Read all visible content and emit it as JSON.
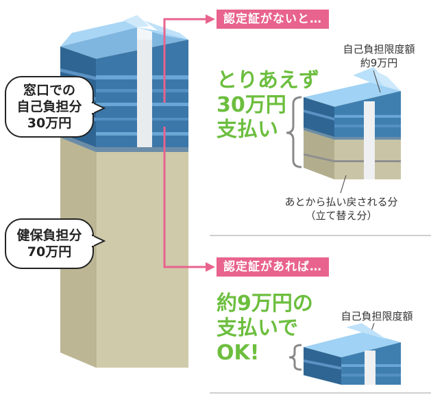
{
  "tags": {
    "without": "認定証がないと…",
    "with": "認定証があれば…"
  },
  "bubbles": {
    "counter_line1": "窓口での",
    "counter_line2": "自己負担分",
    "counter_line3": "30万円",
    "insurance_line1": "健保負担分",
    "insurance_line2": "70万円"
  },
  "without_section": {
    "green_line1": "とりあえず",
    "green_line2": "30万円",
    "green_line3": "支払い",
    "limit_line1": "自己負担限度額",
    "limit_line2": "約9万円",
    "refund_line1": "あとから払い戻される分",
    "refund_line2": "（立て替え分）"
  },
  "with_section": {
    "green_line1": "約9万円の",
    "green_line2": "支払いで",
    "green_line3": "OK!",
    "limit_label": "自己負担限度額"
  },
  "colors": {
    "accent_pink": "#e8638e",
    "green": "#6cbe3e",
    "money_blue": "#3f7fb0",
    "money_light_blue": "#8cc6ef",
    "money_beige": "#c9c4a6",
    "beige_dark": "#a8a385"
  }
}
